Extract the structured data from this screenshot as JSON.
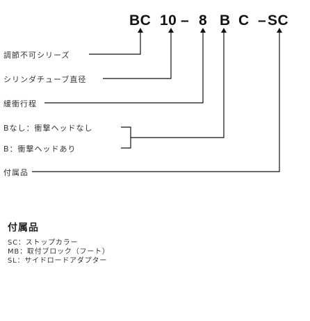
{
  "code": {
    "series": "BC",
    "bore": "10",
    "dash1": "–",
    "stroke": "8",
    "b": "B",
    "c": "C",
    "dash2": "–",
    "accessory": "SC"
  },
  "labels": {
    "series": "調節不可シリーズ",
    "bore": "シリンダチューブ直径",
    "stroke": "緩衝行程",
    "none_head": "Bなし：衝撃ヘッドなし",
    "b_head": "B：衝撃ヘッドあり",
    "accessory": "付属品"
  },
  "accessories": {
    "title": "付属品",
    "items": [
      "SC：ストップカラー",
      "MB：取付ブロック（フート）",
      "SL：サイドロードアダプター"
    ]
  }
}
